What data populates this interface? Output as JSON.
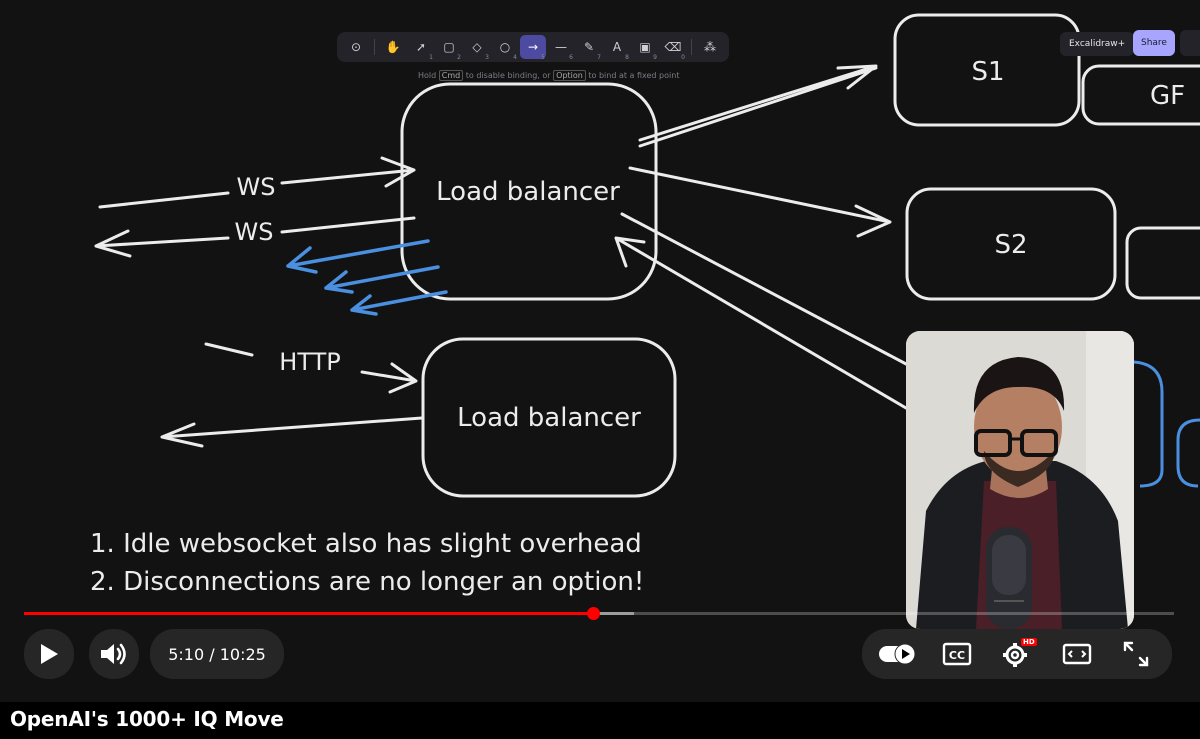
{
  "toolbar": {
    "tools": [
      {
        "icon": "lock-icon",
        "glyph": "⊙",
        "key": ""
      },
      {
        "icon": "hand-icon",
        "glyph": "✋",
        "key": ""
      },
      {
        "icon": "selection-icon",
        "glyph": "➚",
        "key": "1"
      },
      {
        "icon": "rectangle-icon",
        "glyph": "▢",
        "key": "2"
      },
      {
        "icon": "diamond-icon",
        "glyph": "◇",
        "key": "3"
      },
      {
        "icon": "ellipse-icon",
        "glyph": "○",
        "key": "4"
      },
      {
        "icon": "arrow-icon",
        "glyph": "→",
        "key": "5",
        "active": true
      },
      {
        "icon": "line-icon",
        "glyph": "—",
        "key": "6"
      },
      {
        "icon": "pencil-icon",
        "glyph": "✎",
        "key": "7"
      },
      {
        "icon": "text-icon",
        "glyph": "A",
        "key": "8"
      },
      {
        "icon": "image-icon",
        "glyph": "▣",
        "key": "9"
      },
      {
        "icon": "eraser-icon",
        "glyph": "⌫",
        "key": "0"
      },
      {
        "icon": "extra-tools-icon",
        "glyph": "⁂",
        "key": ""
      }
    ],
    "hint_pre": "Hold",
    "hint_key1": "Cmd",
    "hint_mid": "to disable binding, or",
    "hint_key2": "Option",
    "hint_post": "to bind at a fixed point",
    "plus_label": "Excalidraw+",
    "share_label": "Share"
  },
  "diagram": {
    "lb_top_label": "Load balancer",
    "lb_bottom_label": "Load balancer",
    "s1_label": "S1",
    "s2_label": "S2",
    "partial_box_label": "GF",
    "ws_in_label": "WS",
    "ws_out_label": "WS",
    "http_label": "HTTP",
    "note_1": "1. Idle websocket also has slight overhead",
    "note_2": "2. Disconnections are no longer an option!",
    "colors": {
      "stroke": "#ececec",
      "highlight": "#4a8fe0"
    }
  },
  "player": {
    "progress": 0.495,
    "buffered": 0.53,
    "time_current": "5:10",
    "time_separator": "/",
    "time_total": "10:25",
    "accent": "#ff0000",
    "hd_badge": "HD",
    "cc_label": "CC"
  },
  "video_title": "OpenAI's 1000+ IQ Move"
}
